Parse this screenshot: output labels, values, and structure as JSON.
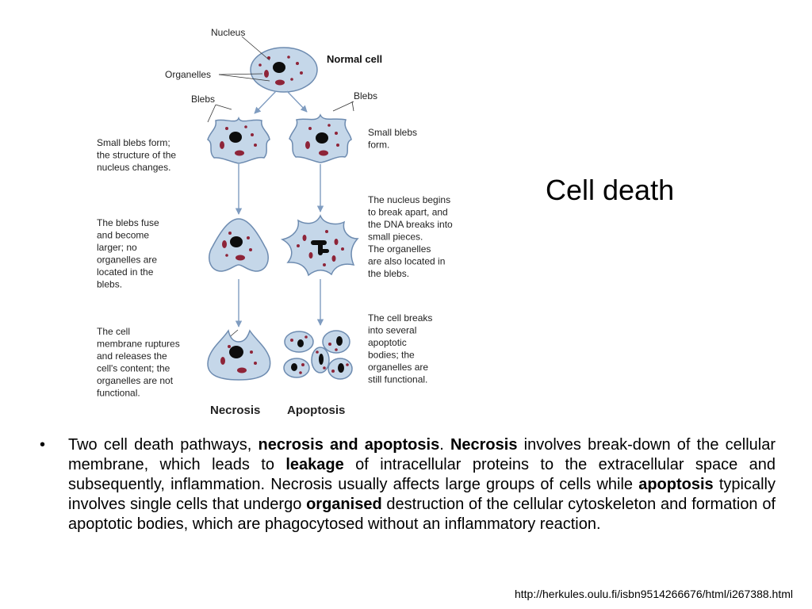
{
  "title": "Cell death",
  "source_url": "http://herkules.oulu.fi/isbn9514266676/html/i267388.html",
  "colors": {
    "cell_fill": "#c5d7e9",
    "cell_stroke": "#6d8bb0",
    "organelle": "#8e2438",
    "nucleus": "#0d0d0d",
    "arrow": "#7f9cc0"
  },
  "diagram": {
    "labels": {
      "nucleus": "Nucleus",
      "normal_cell": "Normal cell",
      "organelles": "Organelles",
      "blebs_left": "Blebs",
      "blebs_right": "Blebs",
      "necrosis": "Necrosis",
      "apoptosis": "Apoptosis"
    },
    "necrosis_steps": [
      [
        "Small blebs form;",
        "the structure of the",
        "nucleus changes."
      ],
      [
        "The blebs fuse",
        "and become",
        "larger; no",
        "organelles are",
        "located in the",
        "blebs."
      ],
      [
        "The cell",
        "membrane ruptures",
        "and releases the",
        "cell's content; the",
        "organelles are not",
        "functional."
      ]
    ],
    "apoptosis_steps": [
      [
        "Small blebs",
        "form."
      ],
      [
        "The nucleus begins",
        "to break apart, and",
        "the DNA breaks into",
        "small pieces.",
        "The organelles",
        "are also located in",
        "the blebs."
      ],
      [
        "The cell breaks",
        "into several",
        "apoptotic",
        "bodies; the",
        "organelles are",
        "still functional."
      ]
    ]
  },
  "bullet": {
    "marker": "•",
    "segments": [
      {
        "text": "Two cell death pathways, ",
        "bold": false
      },
      {
        "text": "necrosis and apoptosis",
        "bold": true
      },
      {
        "text": ". ",
        "bold": false
      },
      {
        "text": "Necrosis",
        "bold": true
      },
      {
        "text": " involves break-down of the cellular membrane, which leads to ",
        "bold": false
      },
      {
        "text": "leakage",
        "bold": true
      },
      {
        "text": " of intracellular proteins to the extracellular space and subsequently, inflammation. Necrosis usually affects large groups of cells while ",
        "bold": false
      },
      {
        "text": "apoptosis",
        "bold": true
      },
      {
        "text": " typically involves single cells that undergo ",
        "bold": false
      },
      {
        "text": "organised",
        "bold": true
      },
      {
        "text": " destruction of the cellular cytoskeleton and formation of apoptotic bodies, which are phagocytosed without an inflammatory reaction.",
        "bold": false
      }
    ]
  }
}
